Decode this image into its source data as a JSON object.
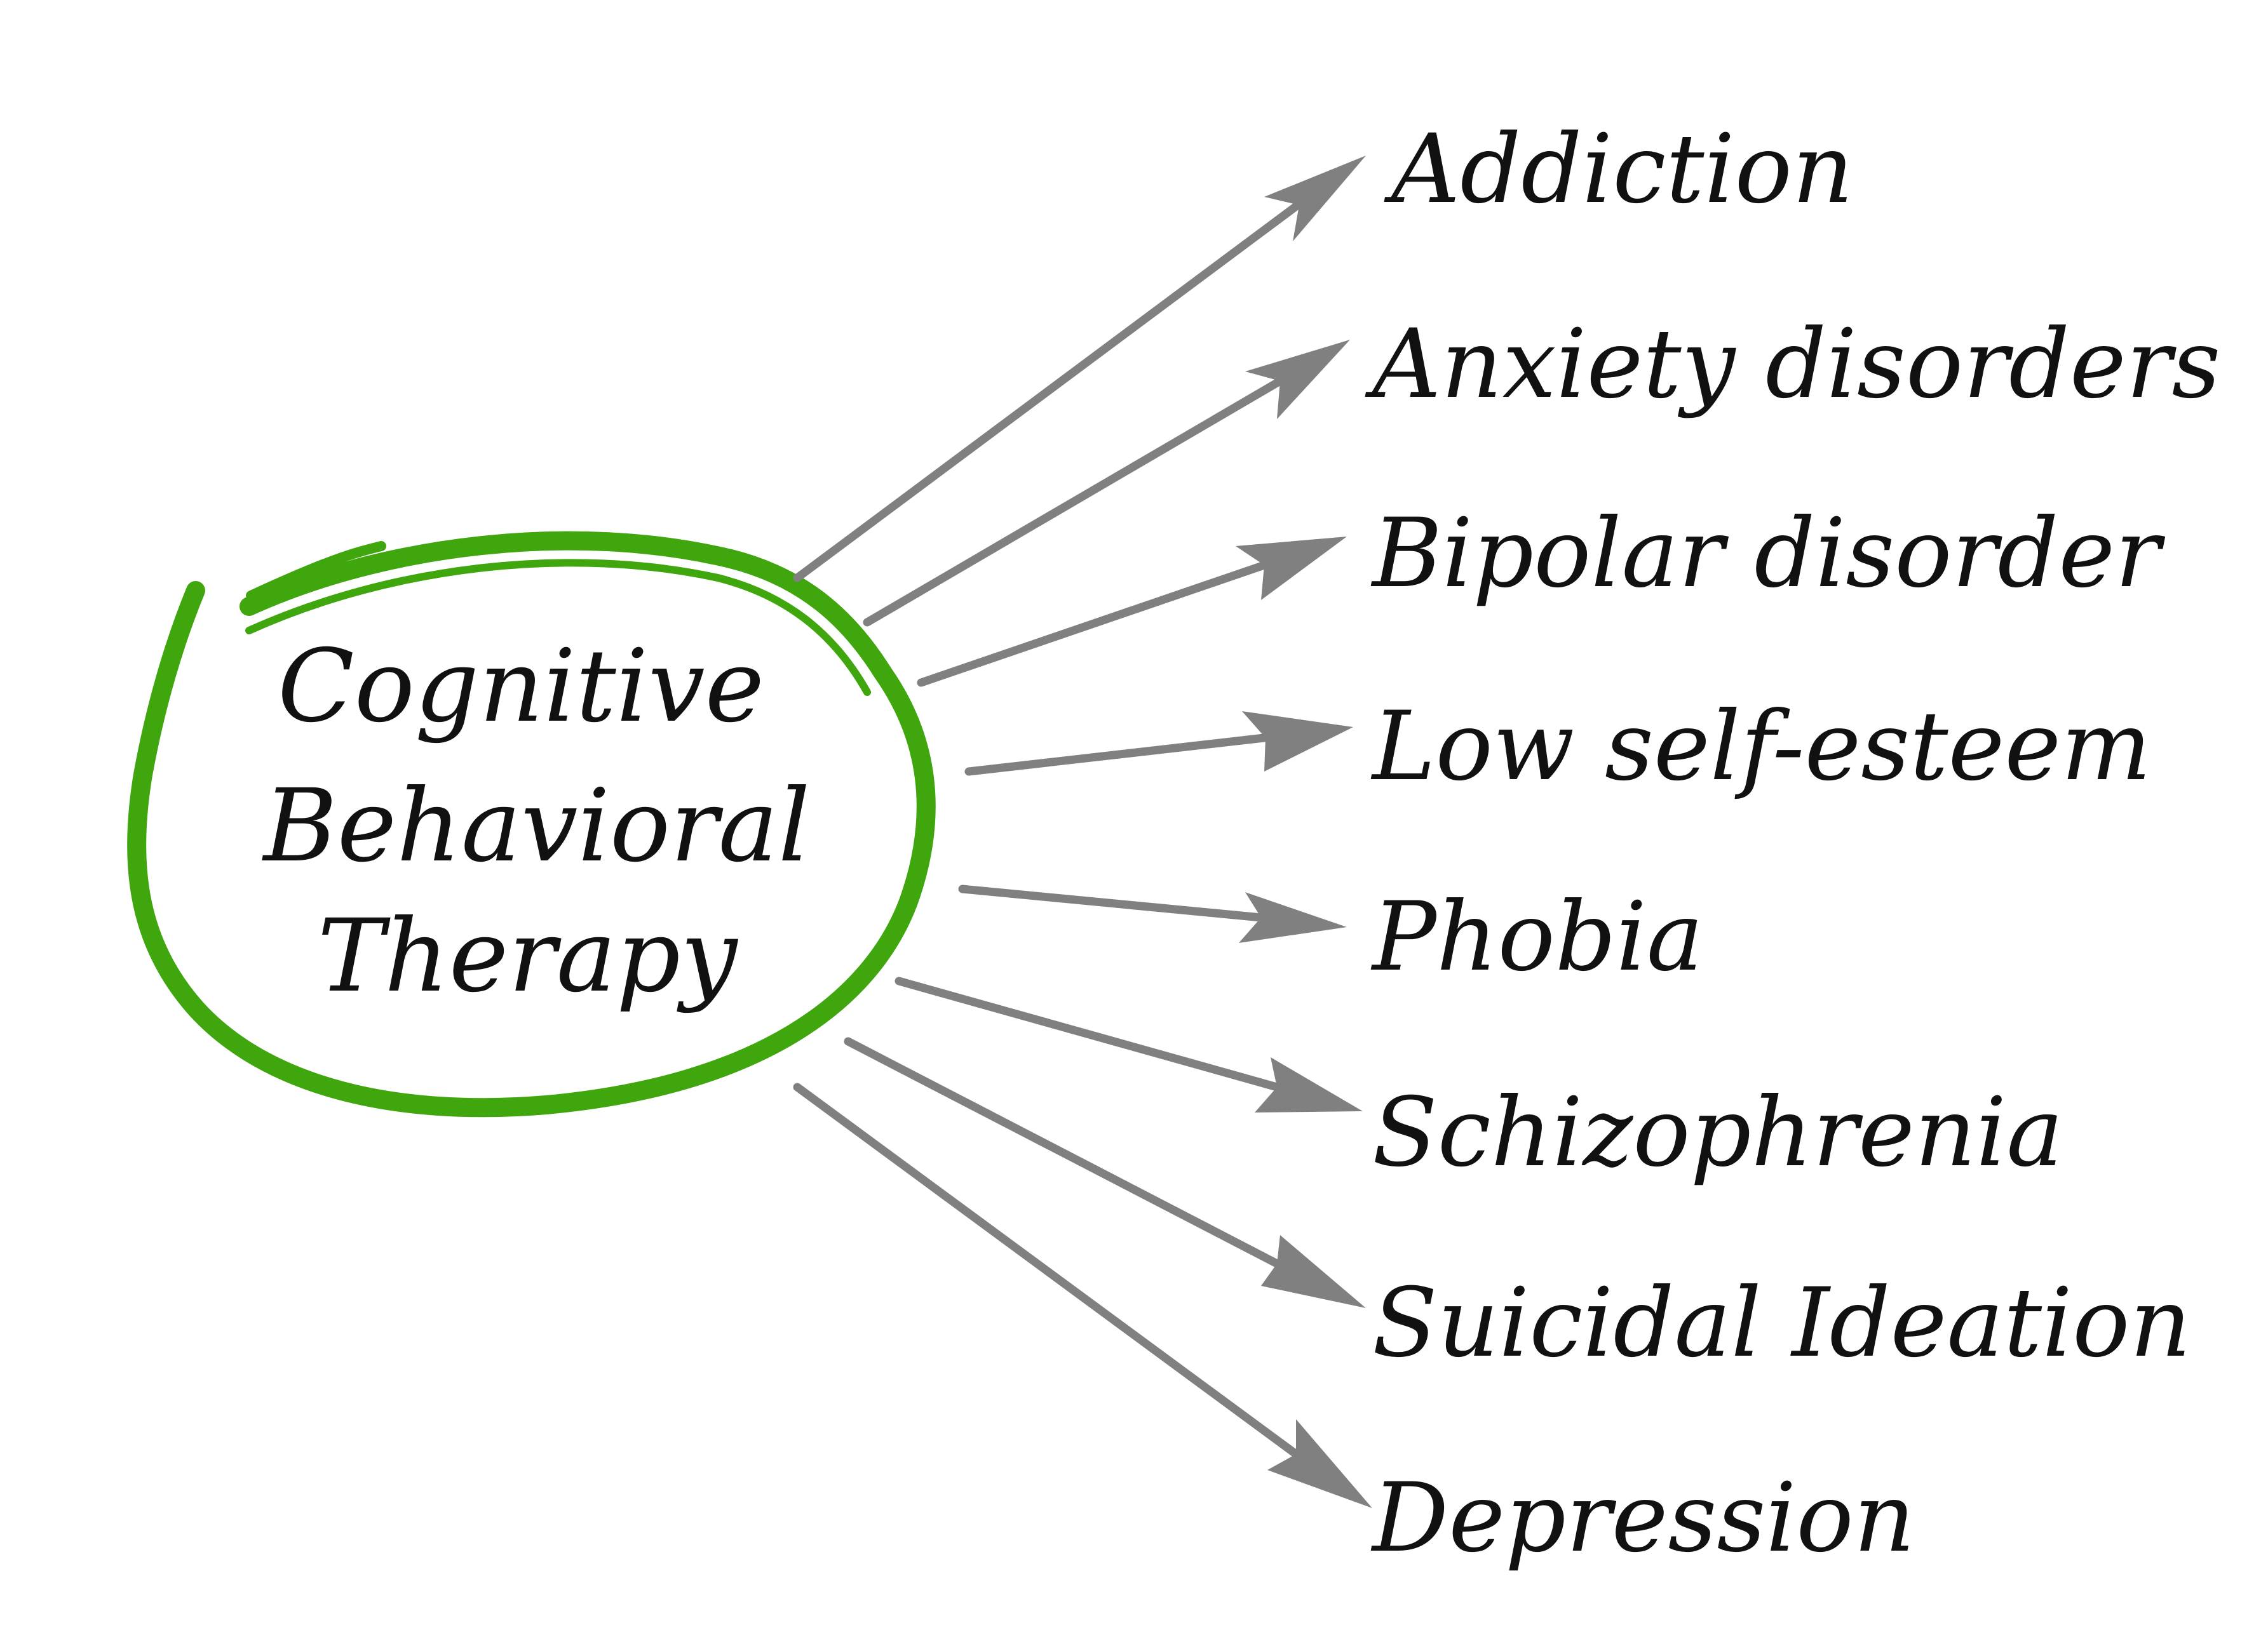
{
  "center": {
    "lines": [
      "Cognitive",
      "Behavioral",
      "Therapy"
    ]
  },
  "items": [
    {
      "label": "Addiction"
    },
    {
      "label": "Anxiety disorders"
    },
    {
      "label": "Bipolar disorder"
    },
    {
      "label": "Low self-esteem"
    },
    {
      "label": "Phobia"
    },
    {
      "label": "Schizophrenia"
    },
    {
      "label": "Suicidal Ideation"
    },
    {
      "label": "Depression"
    }
  ],
  "colors": {
    "ring": "#3fa60e",
    "arrow": "#808080",
    "text": "#111111"
  }
}
